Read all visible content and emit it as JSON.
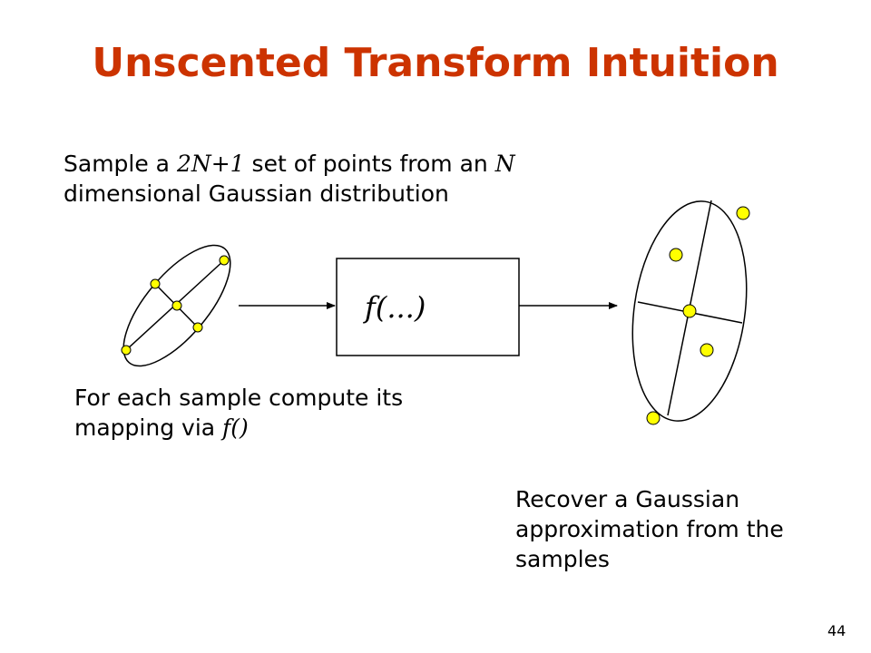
{
  "title": "Unscented Transform Intuition",
  "sample_text": {
    "part1": "Sample a ",
    "math1": "2N+1",
    "part2": " set of points from an ",
    "math2": "N",
    "part3": "dimensional Gaussian distribution"
  },
  "compute_text": {
    "line1": "For each sample compute its",
    "part2": "mapping via ",
    "math": "f()"
  },
  "recover_text": {
    "line1": "Recover a Gaussian",
    "line2": "approximation from the",
    "line3": "samples"
  },
  "function_label": "f(...)",
  "page_number": "44",
  "colors": {
    "title": "#cc3300",
    "sample_point": "#ffff00"
  }
}
